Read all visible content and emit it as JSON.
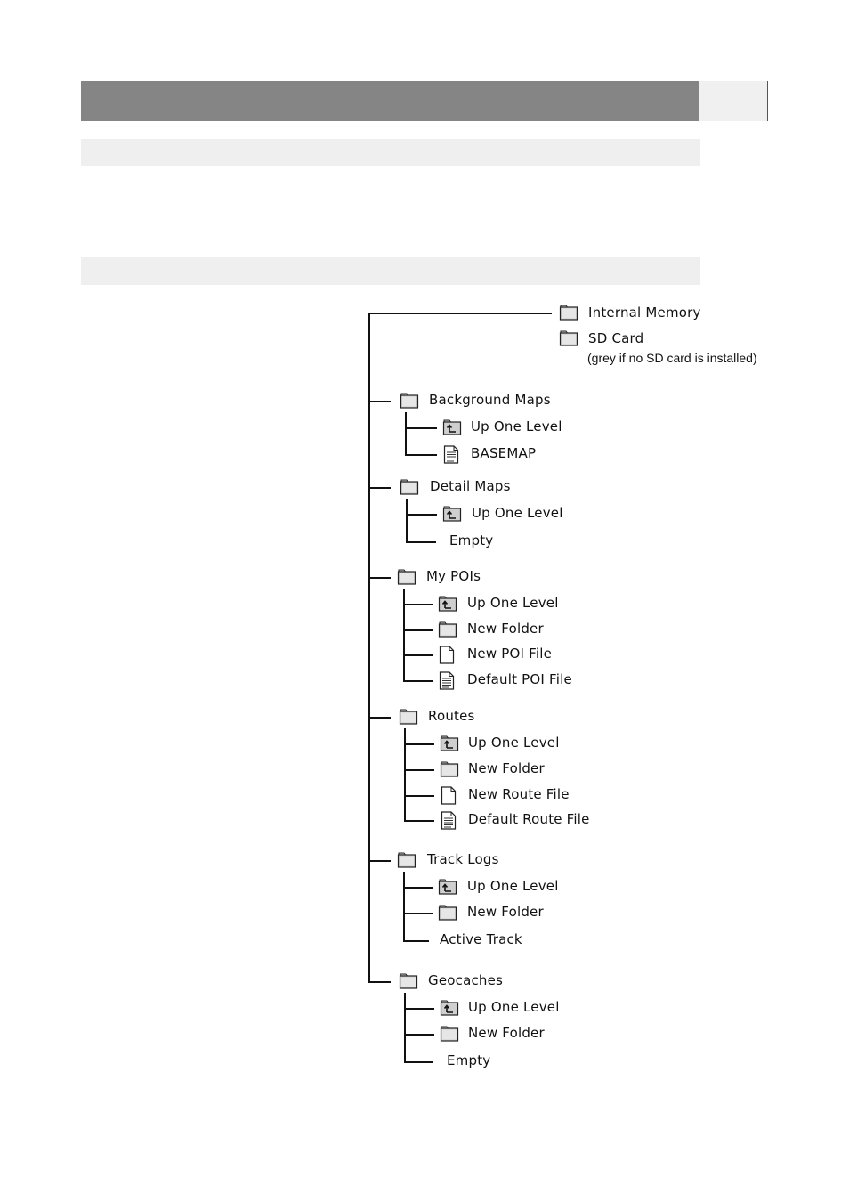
{
  "root": {
    "items": [
      {
        "label": "Internal Memory",
        "icon": "folder-icon"
      },
      {
        "label": "SD Card",
        "icon": "folder-icon",
        "note": "(grey if no SD card is installed)"
      }
    ]
  },
  "folders": [
    {
      "label": "Background Maps",
      "children": [
        {
          "label": "Up One Level",
          "icon": "up-level-icon"
        },
        {
          "label": "BASEMAP",
          "icon": "document-icon"
        }
      ]
    },
    {
      "label": "Detail Maps",
      "children": [
        {
          "label": "Up One Level",
          "icon": "up-level-icon"
        },
        {
          "label": "Empty",
          "icon": ""
        }
      ]
    },
    {
      "label": "My POIs",
      "children": [
        {
          "label": "Up One Level",
          "icon": "up-level-icon"
        },
        {
          "label": "New Folder",
          "icon": "folder-icon"
        },
        {
          "label": "New POI File",
          "icon": "blank-file-icon"
        },
        {
          "label": "Default POI File",
          "icon": "document-icon"
        }
      ]
    },
    {
      "label": "Routes",
      "children": [
        {
          "label": "Up One Level",
          "icon": "up-level-icon"
        },
        {
          "label": "New Folder",
          "icon": "folder-icon"
        },
        {
          "label": "New Route File",
          "icon": "blank-file-icon"
        },
        {
          "label": "Default Route File",
          "icon": "document-icon"
        }
      ]
    },
    {
      "label": "Track Logs",
      "children": [
        {
          "label": "Up One Level",
          "icon": "up-level-icon"
        },
        {
          "label": "New Folder",
          "icon": "folder-icon"
        },
        {
          "label": "Active Track",
          "icon": ""
        }
      ]
    },
    {
      "label": "Geocaches",
      "children": [
        {
          "label": "Up One Level",
          "icon": "up-level-icon"
        },
        {
          "label": "New Folder",
          "icon": "folder-icon"
        },
        {
          "label": "Empty",
          "icon": ""
        }
      ]
    }
  ]
}
